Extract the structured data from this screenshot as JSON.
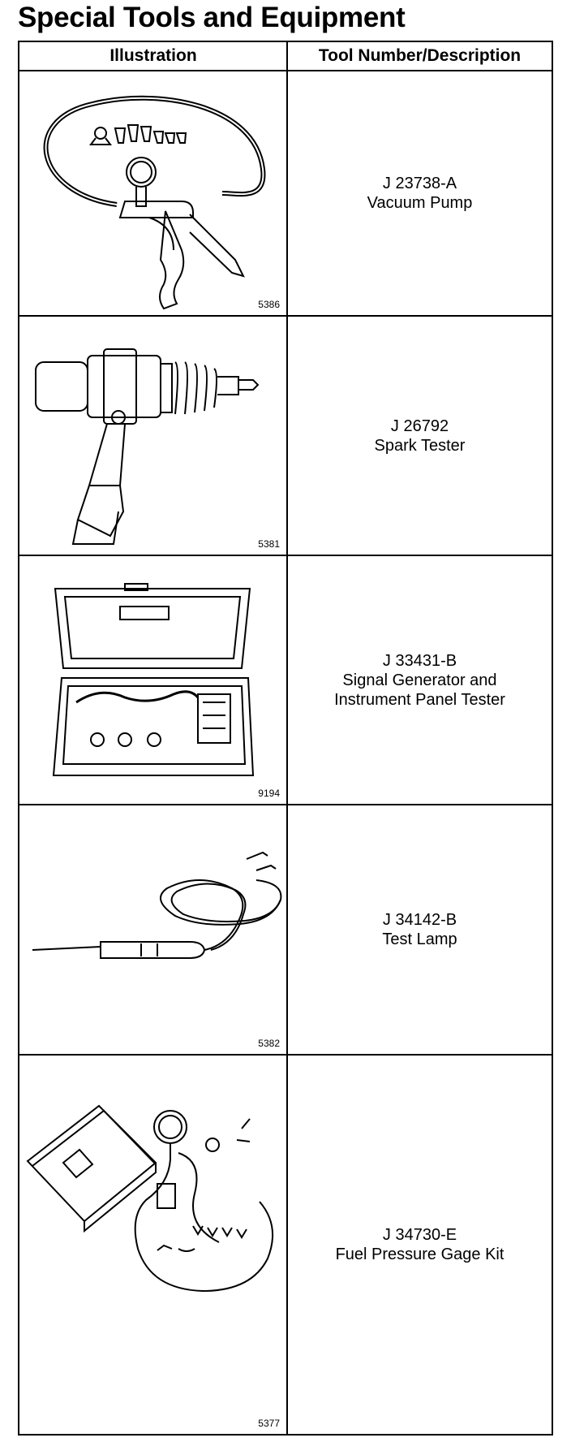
{
  "title": "Special Tools and Equipment",
  "headers": {
    "illustration": "Illustration",
    "tool": "Tool Number/Description"
  },
  "rows": [
    {
      "number": "J 23738-A",
      "desc1": "Vacuum Pump",
      "desc2": "",
      "fig": "5386"
    },
    {
      "number": "J 26792",
      "desc1": "Spark Tester",
      "desc2": "",
      "fig": "5381"
    },
    {
      "number": "J 33431-B",
      "desc1": "Signal Generator and",
      "desc2": "Instrument Panel Tester",
      "fig": "9194"
    },
    {
      "number": "J 34142-B",
      "desc1": "Test Lamp",
      "desc2": "",
      "fig": "5382"
    },
    {
      "number": "J 34730-E",
      "desc1": "Fuel Pressure Gage Kit",
      "desc2": "",
      "fig": "5377"
    }
  ]
}
